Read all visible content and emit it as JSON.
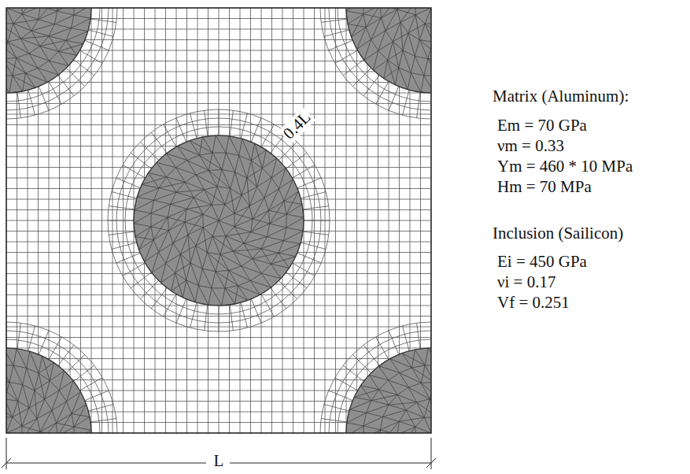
{
  "diagram": {
    "labels": [
      "0.4L",
      "L",
      "Matrix (Aluminum):",
      "Em = 70 GPa",
      "νm = 0.33",
      "Ym = 460 * 10 MPa",
      "Hm = 70 MPa",
      "Inclusion (Sailicon)",
      "Ei = 450 GPa",
      "νi = 0.17",
      "Vf = 0.251"
    ]
  }
}
